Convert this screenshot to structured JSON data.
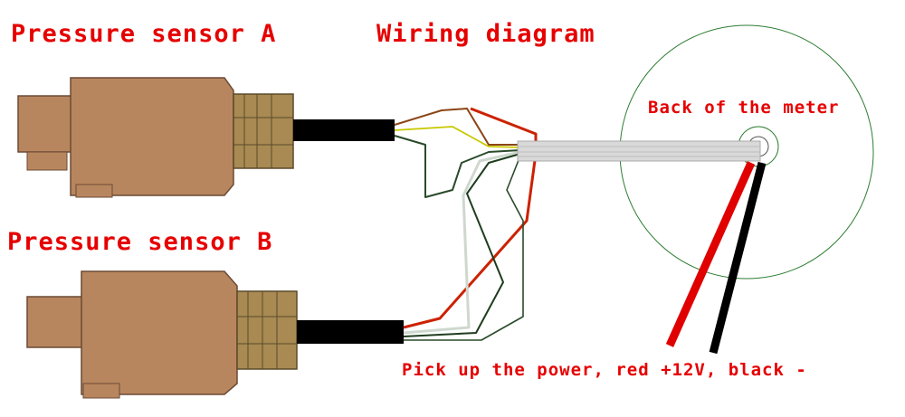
{
  "labels": {
    "sensor_a": "Pressure sensor A",
    "title": "Wiring diagram",
    "sensor_b": "Pressure sensor B",
    "meter_back": "Back of the meter",
    "power_note": "Pick up the power, red +12V, black -"
  },
  "colors": {
    "label_text": "#e60000",
    "sensor_body": "#b8865e",
    "sensor_outline": "#6b4a35",
    "fitting": "#a88a52",
    "cable": "#000000",
    "wire_brown": "#8b4513",
    "wire_red": "#cc2200",
    "wire_green": "#2a4a2a",
    "wire_yellow": "#c8c800",
    "wire_white": "#cfd8cf",
    "meter_outline": "#2e7d32",
    "harness": "#d9d9d9",
    "power_red": "#e00000",
    "power_black": "#000000"
  }
}
